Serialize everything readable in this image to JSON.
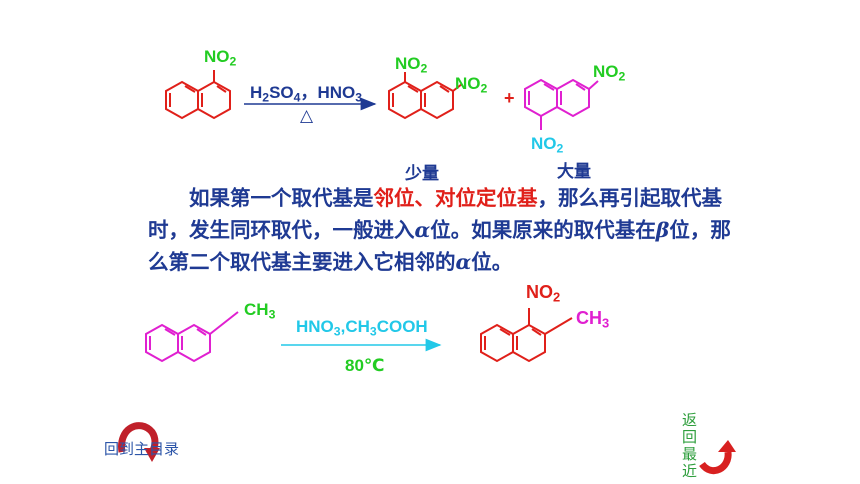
{
  "reaction1": {
    "reactant_no2": [
      "NO",
      "2"
    ],
    "reagent_line1": [
      "H",
      "2",
      "SO",
      "4",
      "，HNO",
      "3"
    ],
    "condition": "△",
    "product1_no2_top": [
      "NO",
      "2"
    ],
    "product1_no2_right": [
      "NO",
      "2"
    ],
    "plus": "+",
    "product2_no2_top": [
      "NO",
      "2"
    ],
    "product2_no2_bottom": [
      "NO",
      "2"
    ],
    "label_minor": "少量",
    "label_major": "大量"
  },
  "paragraph": {
    "p1": "如果第一个取代基是",
    "p2_red": "邻位、对位定位基",
    "p3": "，那么再引起取代基时，发生同环取代，一般进入",
    "alpha": "α",
    "p4": "位。如果原来的取代基在",
    "beta": "β",
    "p5": "位，那么第二个取代基主要进入它相邻的",
    "alpha2": "α",
    "p6": "位。"
  },
  "reaction2": {
    "reactant_ch3": [
      "CH",
      "3"
    ],
    "reagent": [
      "HNO",
      "3",
      ",CH",
      "3",
      "COOH"
    ],
    "condition": "80℃",
    "product_no2": [
      "NO",
      "2"
    ],
    "product_ch3": [
      "CH",
      "3"
    ]
  },
  "nav": {
    "back_to_main": "回到主目录",
    "back_recent": "返回最近"
  },
  "colors": {
    "red": "#e0201a",
    "green": "#22cc22",
    "blue": "#1f3a93",
    "magenta": "#e020d0",
    "cyan": "#22c8e8"
  }
}
